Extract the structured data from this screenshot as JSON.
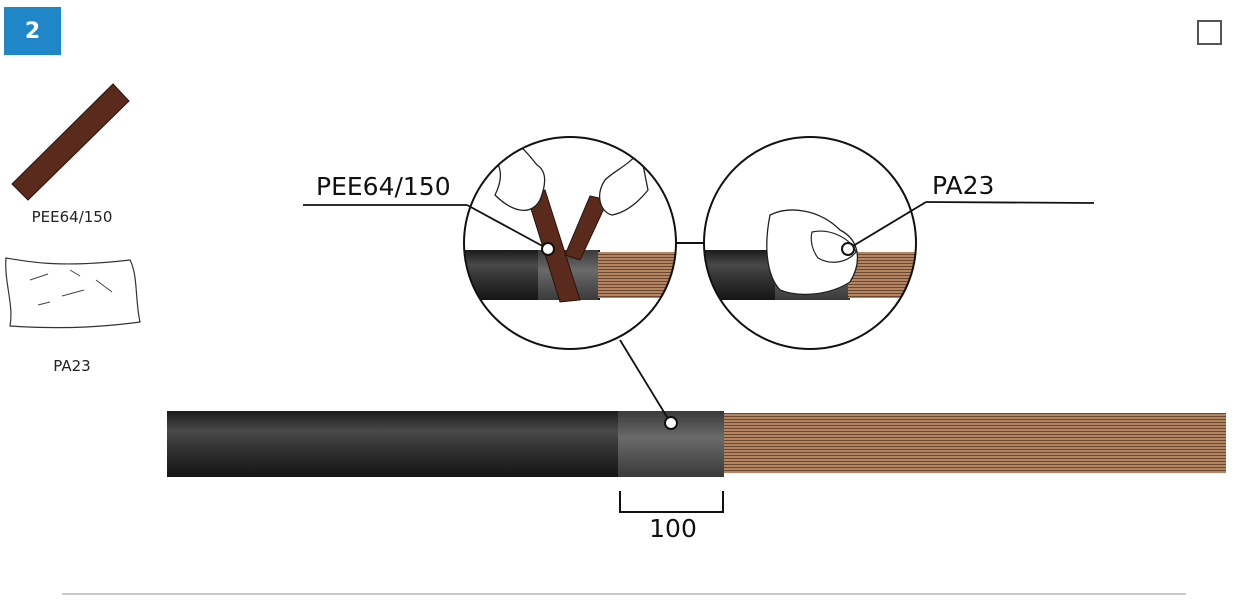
{
  "header": {
    "step_number": "2"
  },
  "materials": {
    "tape_label": "PEE64/150",
    "cloth_label": "PA23"
  },
  "callouts": {
    "left_zoom_label": "PEE64/150",
    "right_zoom_label": "PA23"
  },
  "dimension": {
    "value": "100"
  },
  "colors": {
    "step_badge": "#1f86c8",
    "tape_brown": "#5a2a1c",
    "cable_dark": "#2b2b2b",
    "prepared_section": "#555555",
    "conductor_copper": "#a77a55"
  }
}
